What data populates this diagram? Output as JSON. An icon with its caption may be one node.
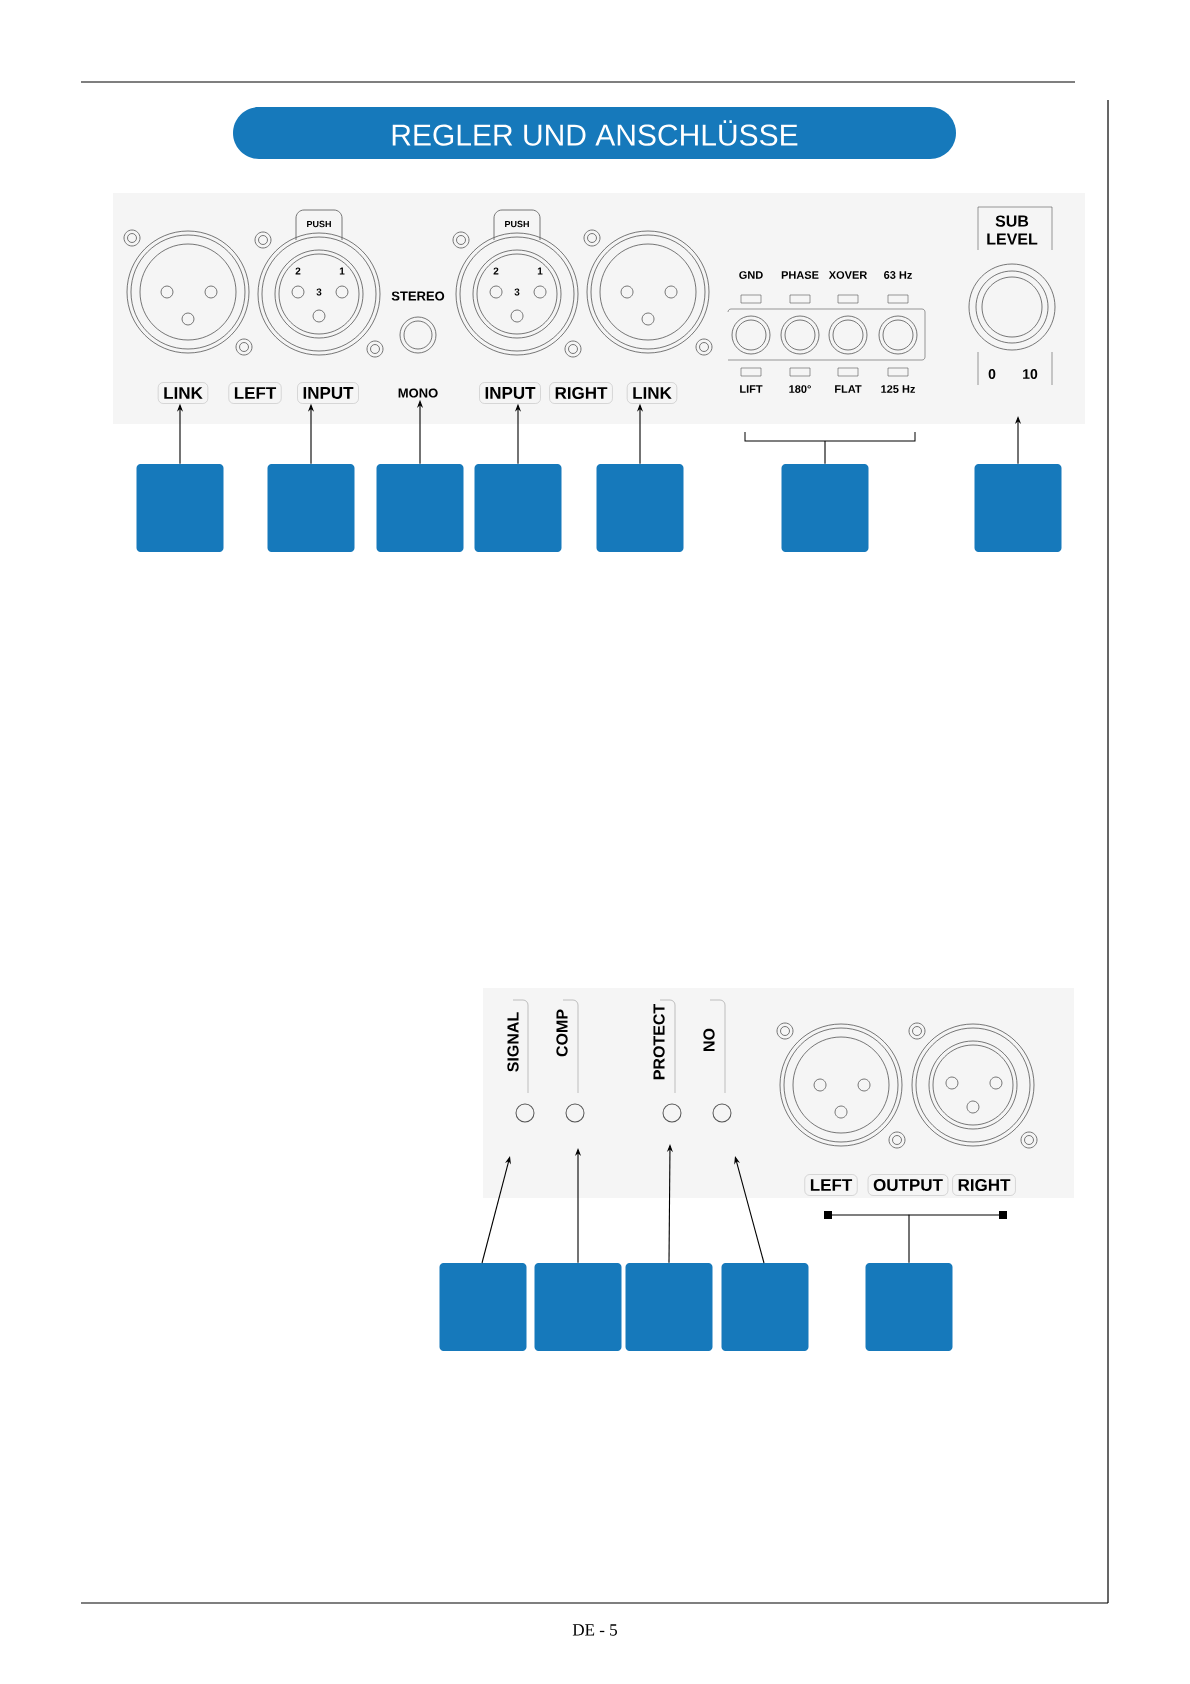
{
  "diagram": {
    "title": "REGLER UND ANSCHLÜSSE",
    "nodes": [
      {
        "text": [
          "LINK"
        ]
      },
      {
        "text": [
          "LEFT"
        ]
      },
      {
        "text": [
          "INPUT"
        ]
      },
      {
        "text": [
          "MONO"
        ]
      },
      {
        "text": [
          "INPUT"
        ]
      },
      {
        "text": [
          "RIGHT"
        ]
      },
      {
        "text": [
          "LINK"
        ]
      },
      {
        "text": [],
        "shape": "box"
      },
      {
        "text": [],
        "shape": "box"
      },
      {
        "text": [],
        "shape": "box"
      },
      {
        "text": [],
        "shape": "box"
      },
      {
        "text": [],
        "shape": "box"
      },
      {
        "text": [],
        "shape": "box"
      },
      {
        "text": [],
        "shape": "box"
      },
      {
        "text": [
          "LEFT"
        ]
      },
      {
        "text": [
          "OUTPUT"
        ]
      },
      {
        "text": [
          "RIGHT"
        ]
      },
      {
        "text": [],
        "shape": "box"
      },
      {
        "text": [],
        "shape": "box"
      },
      {
        "text": [],
        "shape": "box"
      },
      {
        "text": [],
        "shape": "box"
      },
      {
        "text": [],
        "shape": "box"
      }
    ],
    "edges": [
      {
        "from": 7,
        "to": 0,
        "arrow": "to"
      },
      {
        "from": 8,
        "to": 2,
        "arrow": "to"
      },
      {
        "from": 9,
        "to": 3,
        "arrow": "to"
      },
      {
        "from": 10,
        "to": 4,
        "arrow": "to"
      },
      {
        "from": 11,
        "to": 6,
        "arrow": "to"
      },
      {
        "from": 12,
        "to": null,
        "arrow": "none"
      },
      {
        "from": 13,
        "to": null,
        "arrow": "to"
      },
      {
        "from": 17,
        "to": null,
        "arrow": "to"
      },
      {
        "from": 18,
        "to": null,
        "arrow": "to"
      },
      {
        "from": 19,
        "to": null,
        "arrow": "to"
      },
      {
        "from": 20,
        "to": null,
        "arrow": "to"
      },
      {
        "from": 21,
        "to": 15,
        "arrow": "none"
      }
    ],
    "labels": [
      "PUSH",
      "PUSH",
      "SUB LEVEL",
      "2",
      "1",
      "2",
      "1",
      "GND",
      "PHASE",
      "XOVER",
      "63 Hz",
      "3",
      "STEREO",
      "3",
      "0",
      "10",
      "LIFT",
      "180°",
      "FLAT",
      "125 Hz",
      "SIGNAL",
      "COMP",
      "PROTECT",
      "ON",
      "DE - 5"
    ]
  }
}
